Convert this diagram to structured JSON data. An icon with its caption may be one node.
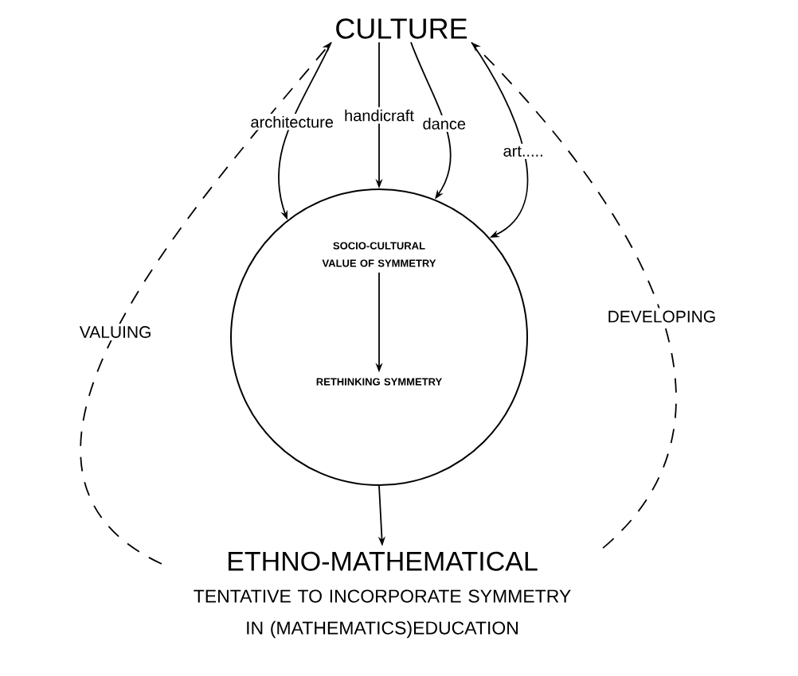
{
  "diagram": {
    "nodes": [
      {
        "text": [
          "CULTURE"
        ]
      },
      {
        "text": [],
        "shape": "circle"
      },
      {
        "text": [
          "SOCIO-CULTURAL VALUE OF SYMMETRY"
        ],
        "in": 1
      },
      {
        "text": [
          "RETHINKING SYMMETRY"
        ],
        "in": 1
      },
      {
        "text": [
          "ETHNO-MATHEMATICAL",
          "TENTATIVE TO INCORPORATE SYMMETRY IN (MATHEMATICS)EDUCATION"
        ]
      }
    ],
    "edges": [
      {
        "from": 0,
        "to": 1,
        "arrow": "to",
        "label": "architecture"
      },
      {
        "from": 0,
        "to": 1,
        "arrow": "to",
        "label": "handicraft"
      },
      {
        "from": 0,
        "to": 1,
        "arrow": "to",
        "label": "dance"
      },
      {
        "from": 0,
        "to": 1,
        "arrow": "to",
        "label": "art....."
      },
      {
        "from": 2,
        "to": 3,
        "arrow": "to"
      },
      {
        "from": 1,
        "to": 4,
        "arrow": "to"
      },
      {
        "from": 4,
        "to": 0,
        "arrow": "to",
        "label": "VALUING",
        "style": "dashed"
      },
      {
        "from": 4,
        "to": 0,
        "arrow": "to",
        "label": "DEVELOPING",
        "style": "dashed"
      }
    ]
  }
}
